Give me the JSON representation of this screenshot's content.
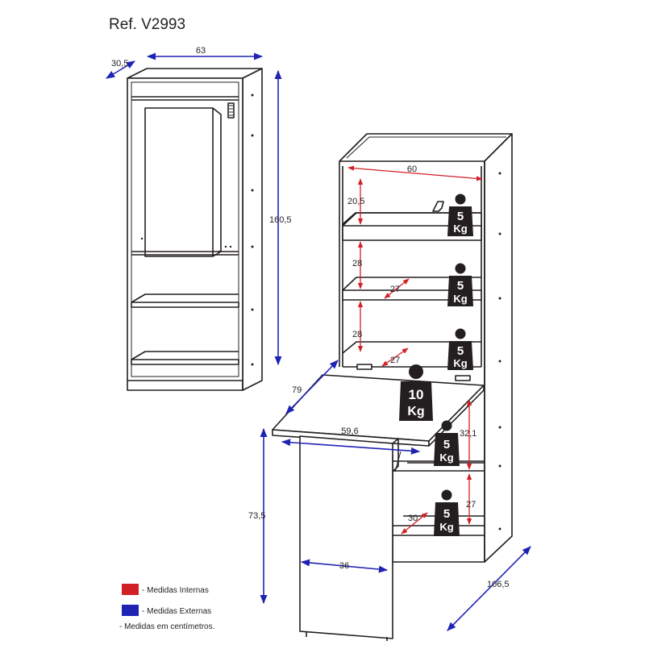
{
  "reference": "Ref. V2993",
  "colors": {
    "external": "#1f23b4",
    "internal": "#d21f26",
    "ink": "#231f20"
  },
  "closed_view": {
    "width": "63",
    "depth": "30,5",
    "height": "160,5"
  },
  "open_view": {
    "inner_width": "60",
    "shelf_gap_top": "20,5",
    "shelf_gap_mid1": "28",
    "shelf_gap_mid2": "28",
    "shelf_depth_1": "27",
    "shelf_depth_2": "27",
    "table_projection": "79",
    "table_width": "59,6",
    "table_height": "73,5",
    "leg_width": "36",
    "lower_gap_1": "32,1",
    "lower_gap_2": "27",
    "lower_depth": "30",
    "total_depth": "106,5"
  },
  "weights": {
    "w1": {
      "value": "5",
      "unit": "Kg"
    },
    "w2": {
      "value": "5",
      "unit": "Kg"
    },
    "w3": {
      "value": "5",
      "unit": "Kg"
    },
    "w_table": {
      "value": "10",
      "unit": "Kg"
    },
    "w4": {
      "value": "5",
      "unit": "Kg"
    },
    "w5": {
      "value": "5",
      "unit": "Kg"
    }
  },
  "legend": {
    "internal_label": "- Medidas Internas",
    "external_label": "- Medidas Externas",
    "note": "- Medidas em centímetros."
  }
}
